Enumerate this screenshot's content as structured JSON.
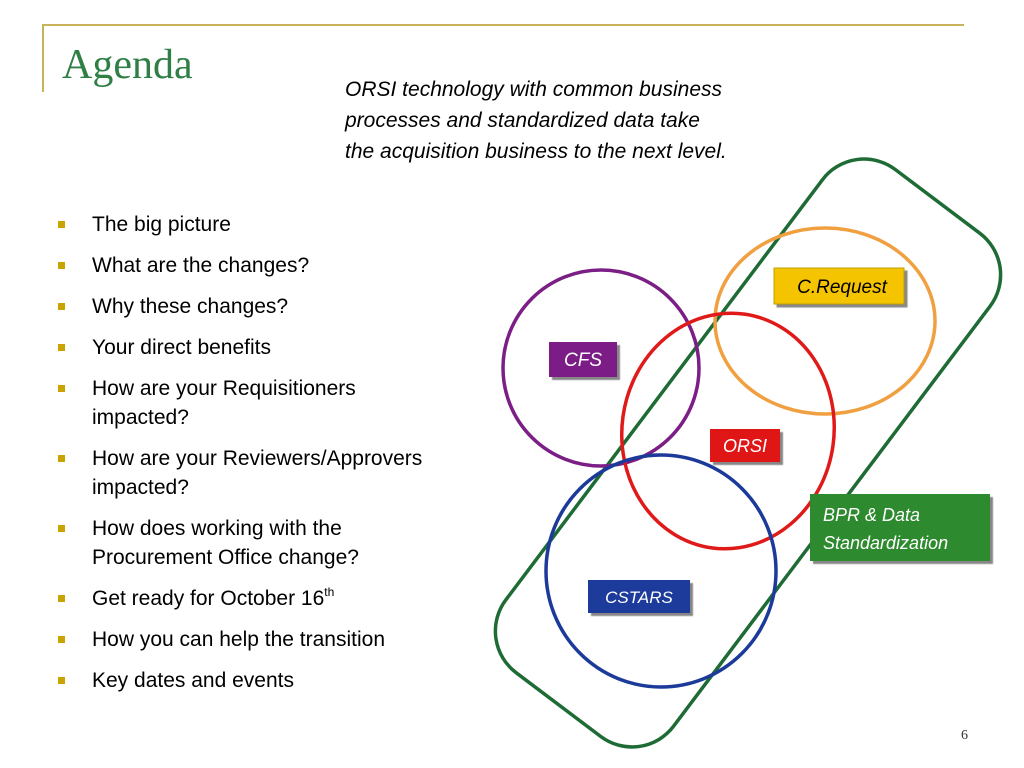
{
  "slide": {
    "title": "Agenda",
    "tagline": [
      "ORSI technology with common business",
      "processes and standardized data take",
      "the acquisition business to the next level."
    ],
    "page_number": "6"
  },
  "agenda": [
    {
      "text": "The big picture"
    },
    {
      "text": "What are the changes?"
    },
    {
      "text": "Why these changes?"
    },
    {
      "text": "Your direct benefits"
    },
    {
      "lines": [
        "How are your Requisitioners",
        "impacted?"
      ]
    },
    {
      "lines": [
        "How are your Reviewers/Approvers",
        "impacted?"
      ]
    },
    {
      "lines": [
        "How does working with the",
        "Procurement Office change?"
      ]
    },
    {
      "text": "Get ready for October 16",
      "sup": "th"
    },
    {
      "text": "How you can help the transition"
    },
    {
      "text": "Key dates and events"
    }
  ],
  "diagram": {
    "labels": {
      "c_request": "C.Request",
      "cfs": "CFS",
      "orsi": "ORSI",
      "bpr_line1": "BPR & Data",
      "bpr_line2": "Standardization",
      "cstars": "CSTARS"
    },
    "colors": {
      "bpr_outline": "#1e6b35",
      "c_request_circle": "#f0a040",
      "cfs_circle": "#7b1f86",
      "orsi_circle": "#e01919",
      "cstars_circle": "#1b3a9a",
      "c_request_label_bg": "#f5c400",
      "cfs_label_bg": "#7b1f86",
      "orsi_label_bg": "#e01919",
      "bpr_label_bg": "#2f8a2f",
      "cstars_label_bg": "#1b3a9a",
      "bullet": "#c9a400",
      "title": "#2f7f46",
      "frame": "#c8b35a"
    }
  }
}
